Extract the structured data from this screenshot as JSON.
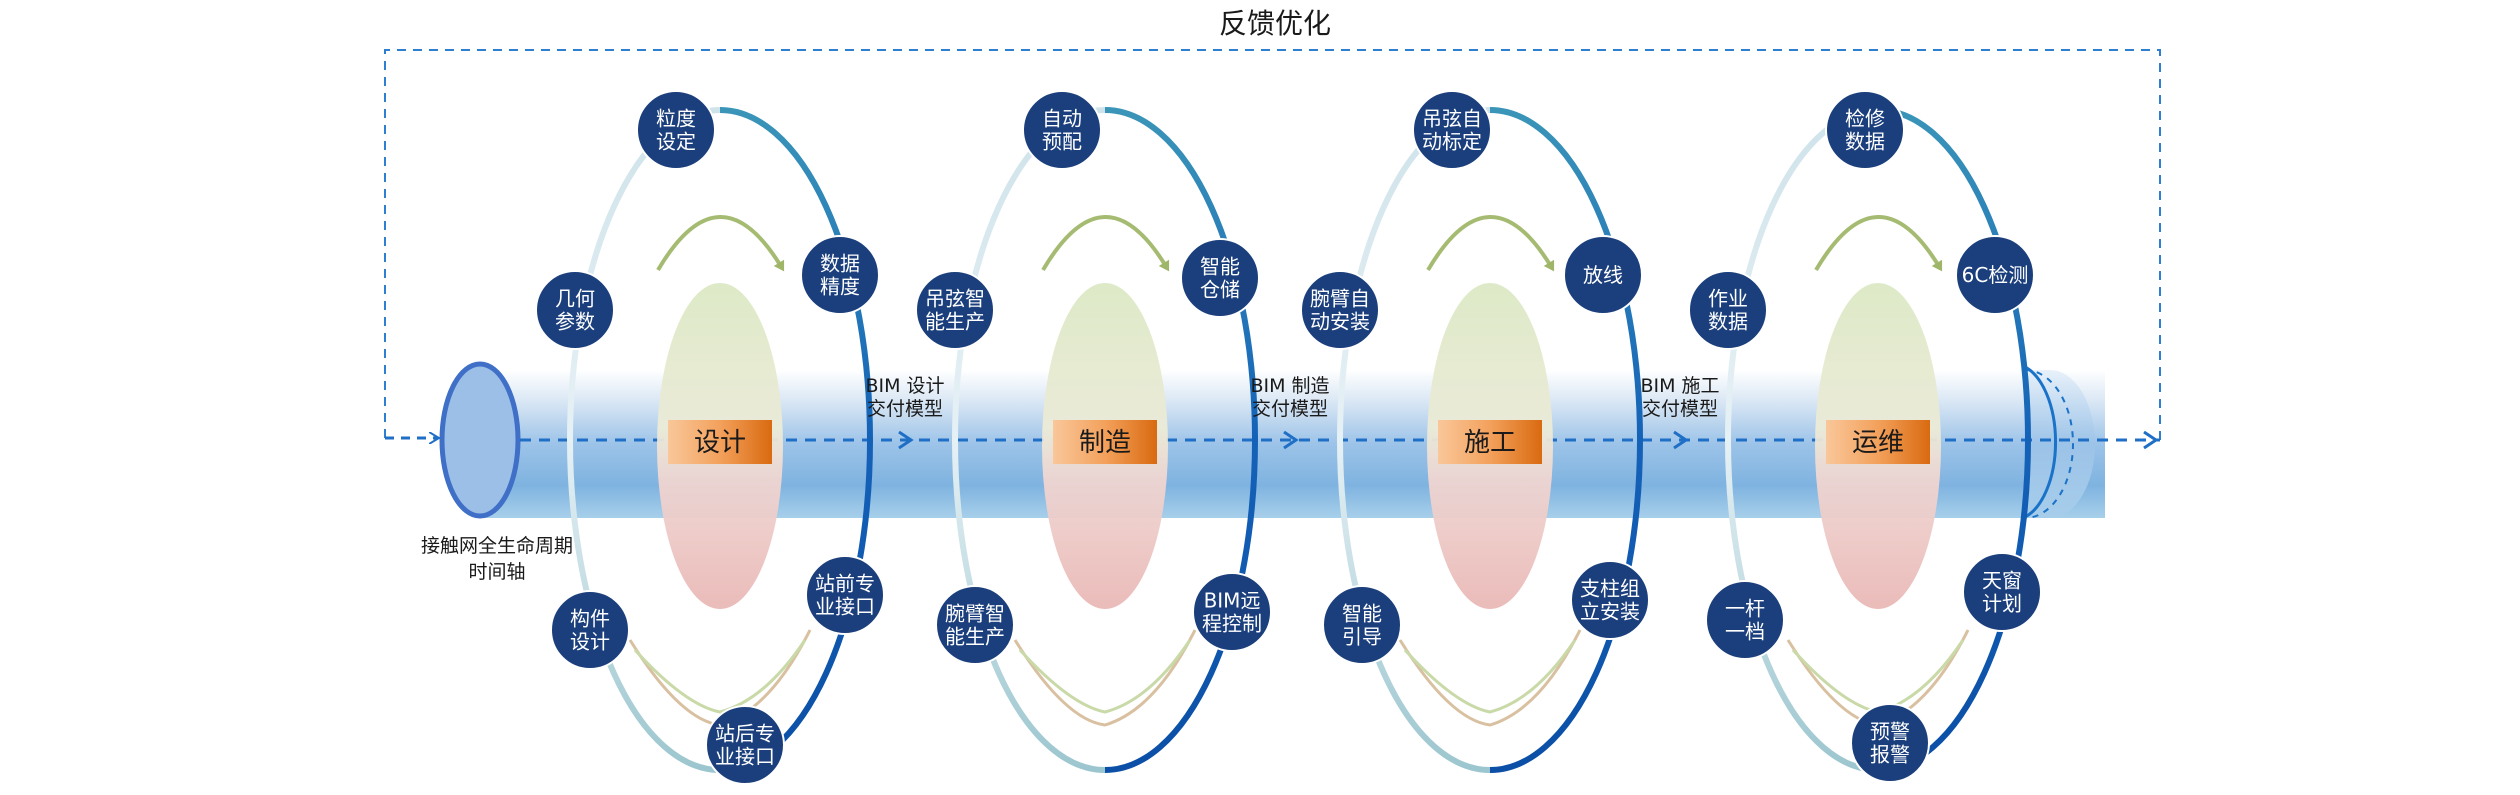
{
  "title": "反馈优化",
  "axis_label": [
    "接触网全生命周期",
    "时间轴"
  ],
  "colors": {
    "node_fill": "#1b3f7c",
    "arrow": "#1f6fc6",
    "feedback": "#2f7fd0",
    "phase_box": "#f08a2a"
  },
  "phases": [
    {
      "name": "设计",
      "nodes": [
        [
          "粒度",
          "设定"
        ],
        [
          "数据",
          "精度"
        ],
        [
          "几何",
          "参数"
        ],
        [
          "站前专",
          "业接口"
        ],
        [
          "构件",
          "设计"
        ],
        [
          "站后专",
          "业接口"
        ]
      ]
    },
    {
      "name": "制造",
      "nodes": [
        [
          "自动",
          "预配"
        ],
        [
          "智能",
          "仓储"
        ],
        [
          "吊弦智",
          "能生产"
        ],
        [
          "BIM远",
          "程控制"
        ],
        [
          "腕臂智",
          "能生产"
        ]
      ]
    },
    {
      "name": "施工",
      "nodes": [
        [
          "吊弦自",
          "动标定"
        ],
        [
          "放线"
        ],
        [
          "腕臂自",
          "动安装"
        ],
        [
          "支柱组",
          "立安装"
        ],
        [
          "智能",
          "引导"
        ]
      ]
    },
    {
      "name": "运维",
      "nodes": [
        [
          "检修",
          "数据"
        ],
        [
          "6C检测"
        ],
        [
          "作业",
          "数据"
        ],
        [
          "天窗",
          "计划"
        ],
        [
          "一杆",
          "一档"
        ],
        [
          "预警",
          "报警"
        ]
      ]
    }
  ],
  "transitions": [
    [
      "BIM 设计",
      "交付模型"
    ],
    [
      "BIM 制造",
      "交付模型"
    ],
    [
      "BIM 施工",
      "交付模型"
    ]
  ]
}
